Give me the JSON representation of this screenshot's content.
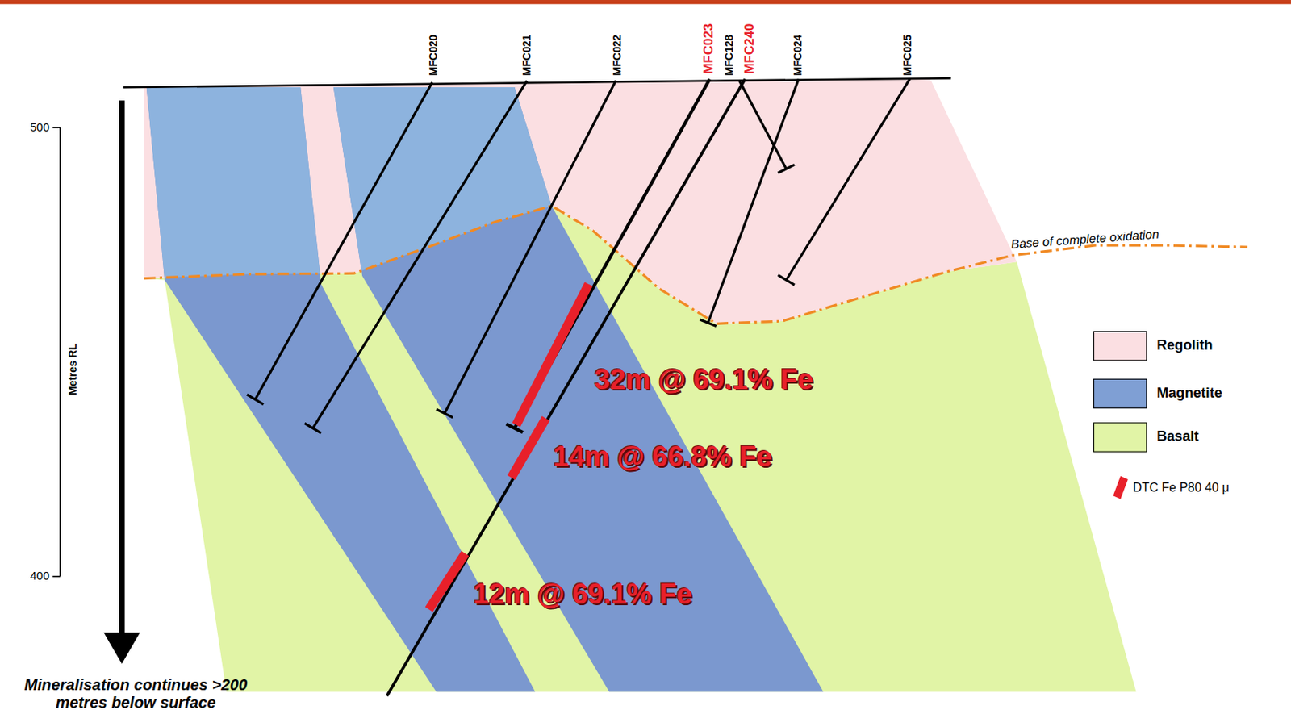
{
  "diagram": {
    "labels": [
      "MFC020",
      "MFC021",
      "MFC022",
      "MFC023",
      "MFC128",
      "MFC240",
      "MFC024",
      "MFC025",
      "500",
      "400",
      "Metres RL",
      "Base of complete oxidation",
      "32m @ 69.1% Fe",
      "14m @ 66.8% Fe",
      "12m @ 69.1% Fe",
      "Mineralisation continues >200 metres below surface"
    ],
    "legend": [
      {
        "text": "Regolith",
        "color": "#fbdfe2"
      },
      {
        "text": "Magnetite",
        "color": "#7f9fd4"
      },
      {
        "text": "Basalt",
        "color": "#e1f4a6"
      },
      {
        "text": "DTC Fe P80 40 μ",
        "color": "#e8202a"
      }
    ]
  }
}
